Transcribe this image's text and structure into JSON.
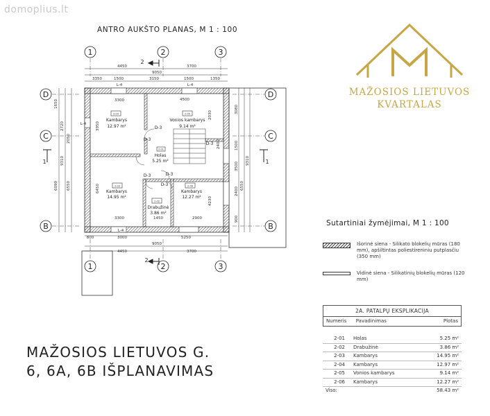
{
  "watermark": "domoplius.lt",
  "plan_title": "ANTRO AUKŠTO PLANAS, M 1 : 100",
  "axes": {
    "col1": "1",
    "col2": "2",
    "col3": "3",
    "rowD": "D",
    "rowC": "C",
    "rowB": "B",
    "section_left": "1",
    "section_right": "1",
    "section_top": "2",
    "section_bottom": "2"
  },
  "dims": {
    "top_4450": "4450",
    "top_3700": "3700",
    "top_9050": "9050",
    "top_3350": "3350",
    "top_1500": "1500",
    "top_3150": "3150",
    "top_1500b": "1500",
    "top_1350": "1350",
    "top_4500": "4500",
    "L4a": "L-4",
    "L4b": "L-4",
    "L4c": "L-4",
    "L4d": "L-4",
    "bot_4450": "4450",
    "bot_3700": "3700",
    "bot_9050": "9050",
    "bot_800": "800",
    "bot_3000": "3000",
    "bot_5250": "5250",
    "l_1650": "1650",
    "l_2720": "2720",
    "l_9310": "9310",
    "l_6550": "6550",
    "l_6090": "6090",
    "l_2050": "2050",
    "r_3080": "3080",
    "r_9310": "9310",
    "r_6550": "6550",
    "r_1500": "1500",
    "r_3500": "3500",
    "r_2400": "2400",
    "r_900": "900",
    "in_3300a": "3300",
    "in_3300b": "3300",
    "in_2900": "2900",
    "in_1450": "1450",
    "in_3950": "3950",
    "in_4230": "4230",
    "in_2030": "2030",
    "in_2400": "2400",
    "in_6450": "6450"
  },
  "rooms": {
    "r1": {
      "name": "Kambarys",
      "area": "12.97 m²",
      "tag": "2-04"
    },
    "r2": {
      "name": "Vonios kambarys",
      "area": "9.14 m²",
      "tag": "2-05"
    },
    "r3": {
      "name": "Holas",
      "area": "5.25 m²",
      "tag": "2-01"
    },
    "r4": {
      "name": "Kambarys",
      "area": "14.95 m²",
      "tag": "2-03"
    },
    "r5": {
      "name": "Drabužinė",
      "area": "3.86 m²",
      "tag": "2-02"
    },
    "r6": {
      "name": "Kambarys",
      "area": "12.27 m²",
      "tag": "2-06"
    }
  },
  "doors": {
    "d1": "D-3",
    "d2": "D-3",
    "d3": "D-3",
    "d4": "D-3",
    "d5": "D-3",
    "d6": "D-3"
  },
  "logo": {
    "line1": "MAŽOSIOS LIETUVOS",
    "line2": "KVARTALAS",
    "color": "#c7a646"
  },
  "legend": {
    "title": "Sutartiniai žymėjimai, M 1 : 100",
    "outer_wall": "Išorinė siena - Silikato blokelių mūras (180 mm), apšiltintas poliestireniniu putplasčiu (350 mm)",
    "inner_wall": "Vidinė siena - Silikatinių blokelių mūras (120 mm)"
  },
  "table": {
    "caption": "2A. PATALPŲ EKSPLIKACIJA",
    "headers": [
      "Numeris",
      "Pavadinimas",
      "Plotas"
    ],
    "rows": [
      [
        "2-01",
        "Holas",
        "5.25 m²"
      ],
      [
        "2-02",
        "Drabužinė",
        "3.86 m²"
      ],
      [
        "2-03",
        "Kambarys",
        "14.95 m²"
      ],
      [
        "2-04",
        "Kambarys",
        "12.97 m²"
      ],
      [
        "2-05",
        "Vonios kambarys",
        "9.14 m²"
      ],
      [
        "2-06",
        "Kambarys",
        "12.27 m²"
      ]
    ],
    "total_label": "Viso:",
    "total_value": "58.43 m²"
  },
  "big_title": {
    "line1": "MAŽOSIOS LIETUVOS G.",
    "line2": "6, 6A, 6B  IŠPLANAVIMAS"
  }
}
